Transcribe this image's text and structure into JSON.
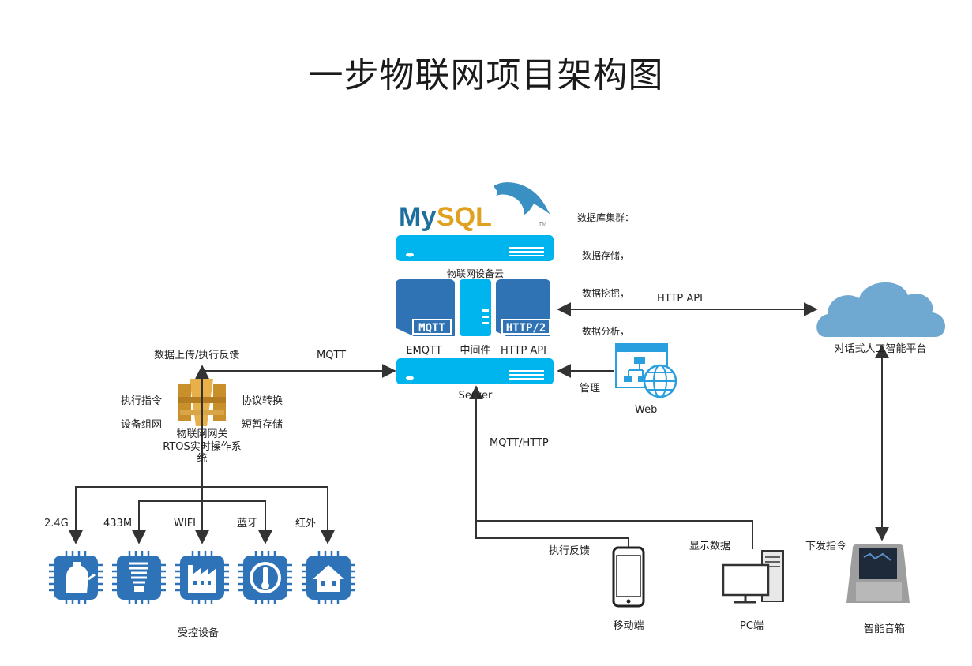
{
  "title": "一步物联网项目架构图",
  "colors": {
    "accent": "#00b4ee",
    "blue": "#2f73b5",
    "cloud": "#6fa8d0",
    "gold": "#d6a33d",
    "line": "#333333"
  },
  "mysql": {
    "logo_my": "My",
    "logo_sql": "SQL",
    "logo_tm": "TM"
  },
  "db_note": {
    "title": "数据库集群：",
    "items": [
      "数据存储，",
      "数据挖掘，",
      "数据分析，"
    ]
  },
  "cloud_label": "物联网设备云",
  "modules": {
    "mqtt_badge": "MQTT",
    "http_badge": "HTTP/2",
    "emqtt": "EMQTT",
    "middleware": "中间件",
    "http_api": "HTTP API"
  },
  "server_label": "Server",
  "links": {
    "http_api": "HTTP API",
    "mqtt": "MQTT",
    "manage": "管理",
    "mqtt_http": "MQTT/HTTP",
    "feedback": "执行反馈",
    "display_data": "显示数据",
    "send_command": "下发指令"
  },
  "ai_platform": "对话式人工智能平台",
  "web_label": "Web",
  "gateway": {
    "upload": "数据上传/执行反馈",
    "execute": "执行指令",
    "networking": "设备组网",
    "protocol": "协议转换",
    "storage": "短暂存储",
    "name": "物联网网关",
    "rtos": "RTOS实时操作系",
    "rtos_tail": "统"
  },
  "radios": [
    "2.4G",
    "433M",
    "WIFI",
    "蓝牙",
    "红外"
  ],
  "devices": {
    "label": "受控设备",
    "icons": [
      "kettle-icon",
      "bulb-icon",
      "factory-icon",
      "thermometer-icon",
      "house-icon"
    ]
  },
  "clients": {
    "mobile": "移动端",
    "pc": "PC端",
    "speaker": "智能音箱"
  }
}
